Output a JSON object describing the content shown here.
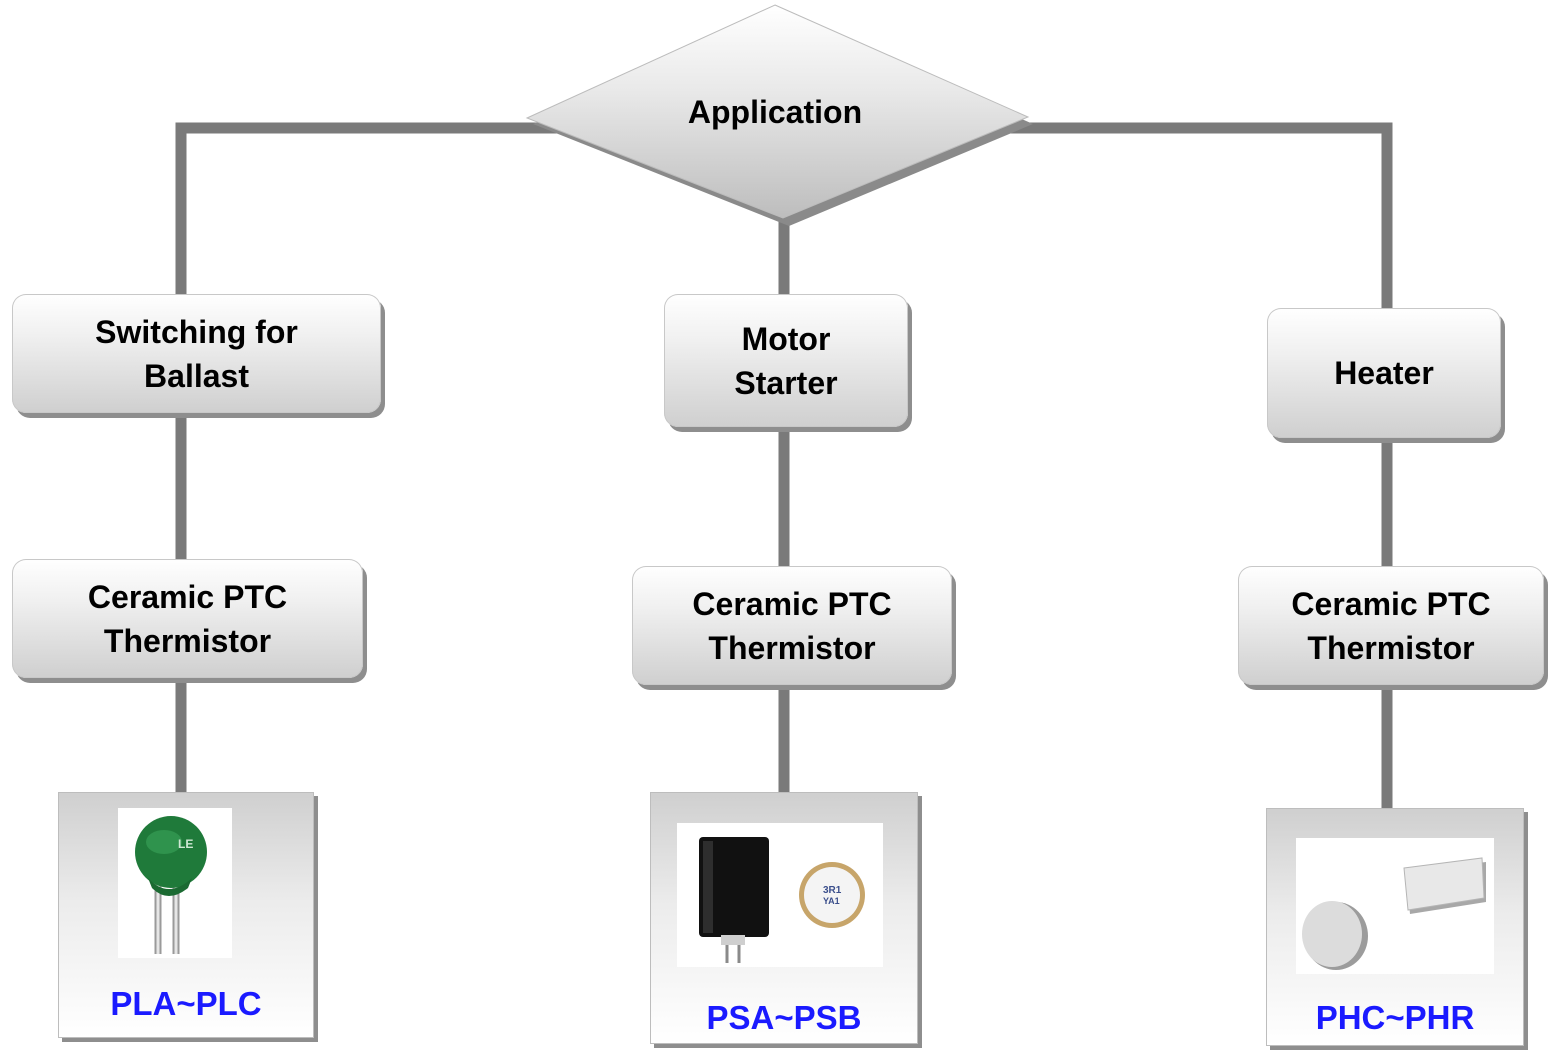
{
  "root": {
    "label": "Application"
  },
  "branches": [
    {
      "application": "Switching for\nBallast",
      "component": "Ceramic PTC\nThermistor",
      "product": {
        "label": "PLA~PLC",
        "icon": "disc-thermistor-icon"
      }
    },
    {
      "application": "Motor\nStarter",
      "component": "Ceramic PTC\nThermistor",
      "product": {
        "label": "PSA~PSB",
        "icon": "motor-starter-thermistor-icon"
      }
    },
    {
      "application": "Heater",
      "component": "Ceramic PTC\nThermistor",
      "product": {
        "label": "PHC~PHR",
        "icon": "heater-element-icon"
      }
    }
  ],
  "colors": {
    "connector": "#7a7a7a",
    "product_label": "#1a1aff",
    "box_shadow": "#8e8e8e"
  }
}
